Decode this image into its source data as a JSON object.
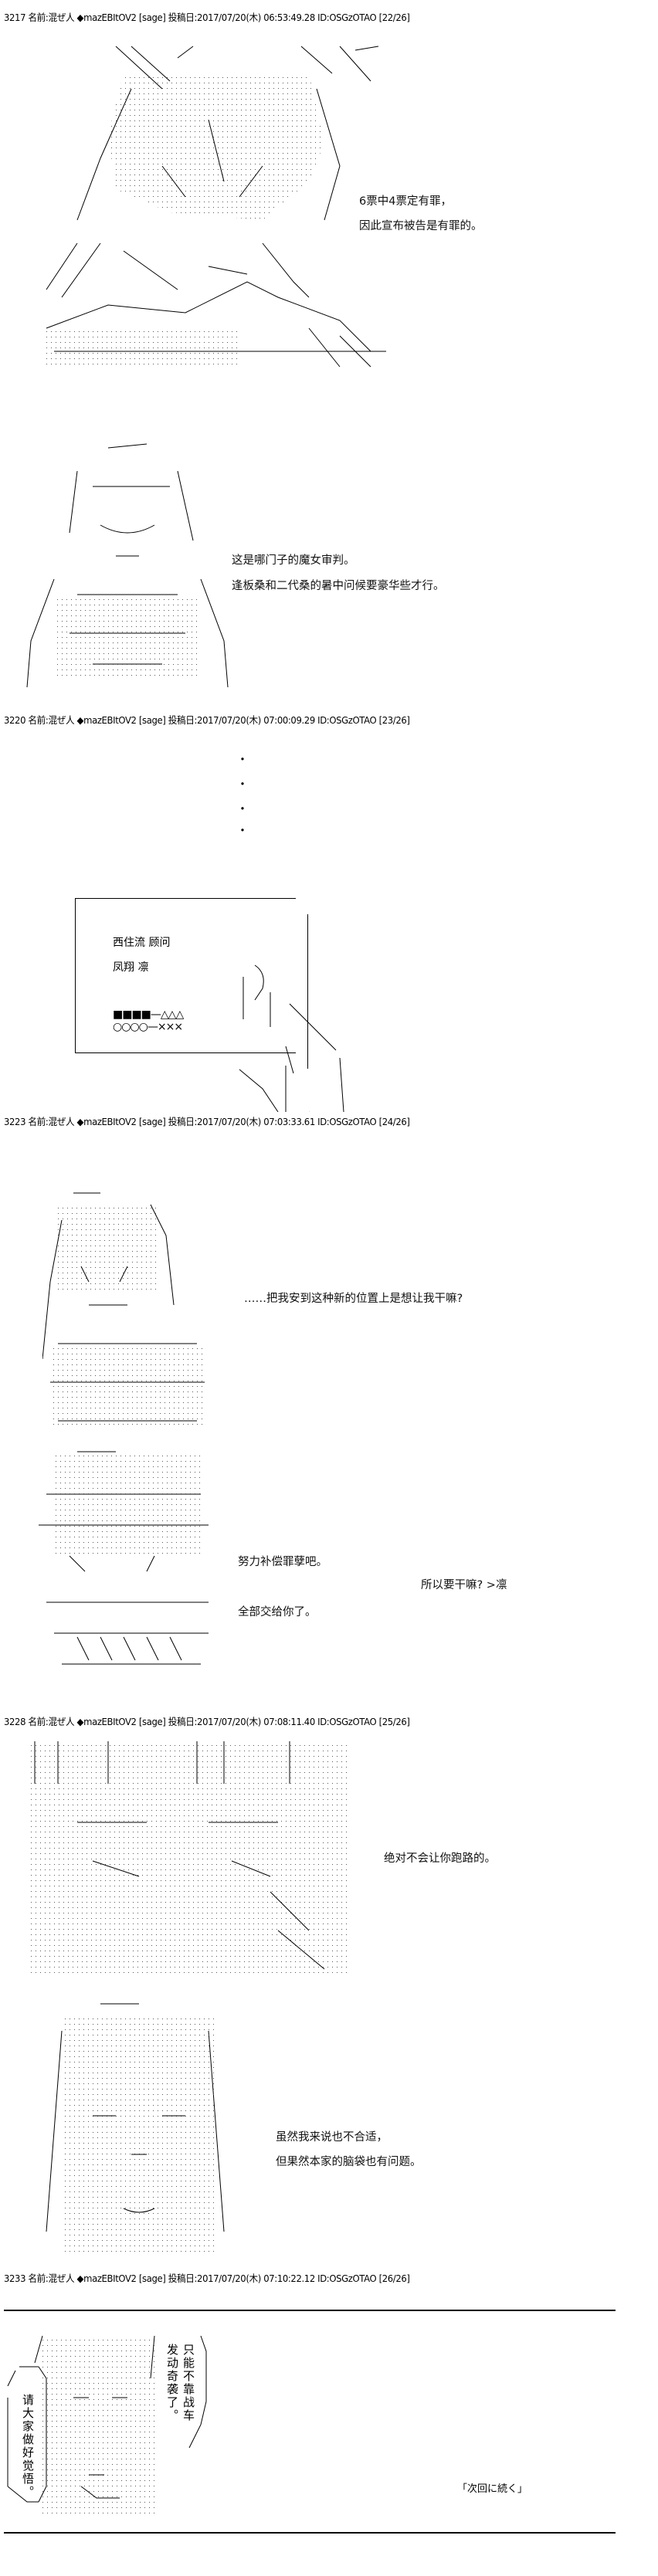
{
  "posts": [
    {
      "header": "3217 名前:混ぜ人 ◆mazEBItOV2 [sage] 投稿日:2017/07/20(木) 06:53:49.28 ID:OSGzOTAO [22/26]",
      "panels": [
        {
          "lines": [
            "6票中4票定有罪，",
            "因此宣布被告是有罪的。"
          ]
        },
        {
          "lines": [
            "这是哪门子的魔女审判。",
            "逢板桑和二代桑的暑中问候要豪华些才行。"
          ]
        }
      ]
    },
    {
      "header": "3220 名前:混ぜ人 ◆mazEBItOV2 [sage] 投稿日:2017/07/20(木) 07:00:09.29 ID:OSGzOTAO [23/26]",
      "dots": [
        "・",
        "・",
        "・",
        "・"
      ],
      "sign": {
        "line1": "西住流  顾问",
        "line2": "凤翔  凛",
        "line3": "■■■■—△△△",
        "line4": "○○○○—×××"
      }
    },
    {
      "header": "3223 名前:混ぜ人 ◆mazEBItOV2 [sage] 投稿日:2017/07/20(木) 07:03:33.61 ID:OSGzOTAO [24/26]",
      "panels": [
        {
          "lines": [
            "……把我安到这种新的位置上是想让我干嘛?"
          ]
        },
        {
          "lines": [
            "努力补偿罪孽吧。",
            "所以要干嘛? >凛",
            "全部交给你了。"
          ]
        }
      ]
    },
    {
      "header": "3228 名前:混ぜ人 ◆mazEBItOV2 [sage] 投稿日:2017/07/20(木) 07:08:11.40 ID:OSGzOTAO [25/26]",
      "panels": [
        {
          "lines": [
            "绝对不会让你跑路的。"
          ]
        },
        {
          "lines": [
            "虽然我来说也不合适，",
            "但果然本家的脑袋也有问题。"
          ]
        }
      ]
    },
    {
      "header": "3233 名前:混ぜ人 ◆mazEBItOV2 [sage] 投稿日:2017/07/20(木) 07:10:22.12 ID:OSGzOTAO [26/26]",
      "bubble_left": "请大家做好觉悟。",
      "bubble_right": [
        "只能不靠战车",
        "发动奇袭了。"
      ],
      "continued": "「次回に続く」"
    }
  ]
}
